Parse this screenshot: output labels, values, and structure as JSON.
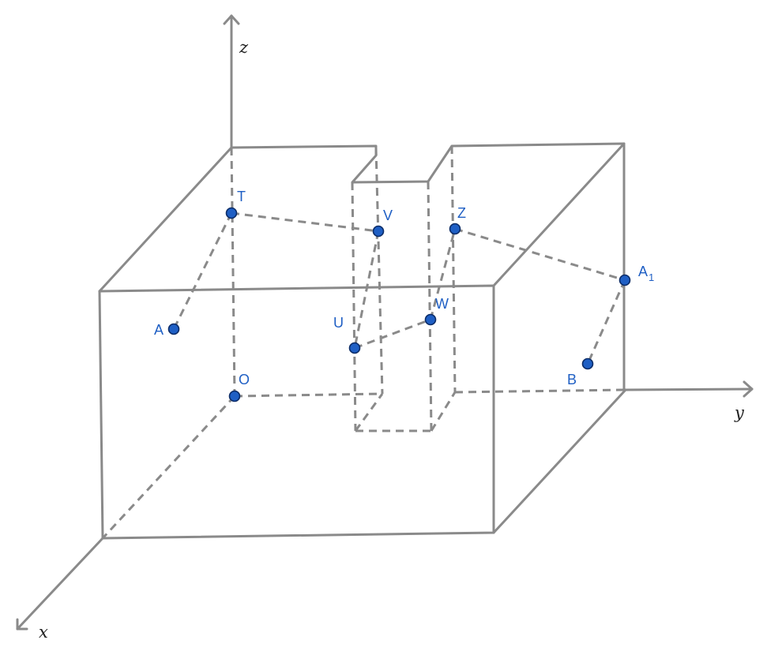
{
  "axes": {
    "x": "x",
    "y": "y",
    "z": "z"
  },
  "points": {
    "T": {
      "label": "T"
    },
    "V": {
      "label": "V"
    },
    "Z": {
      "label": "Z"
    },
    "A1": {
      "label": "A",
      "subscript": "1"
    },
    "A": {
      "label": "A"
    },
    "U": {
      "label": "U"
    },
    "W": {
      "label": "W"
    },
    "O": {
      "label": "O"
    },
    "B": {
      "label": "B"
    }
  },
  "colors": {
    "edge": "#8a8a8a",
    "point": "#1f5fc4",
    "label": "#1f5fc4"
  }
}
